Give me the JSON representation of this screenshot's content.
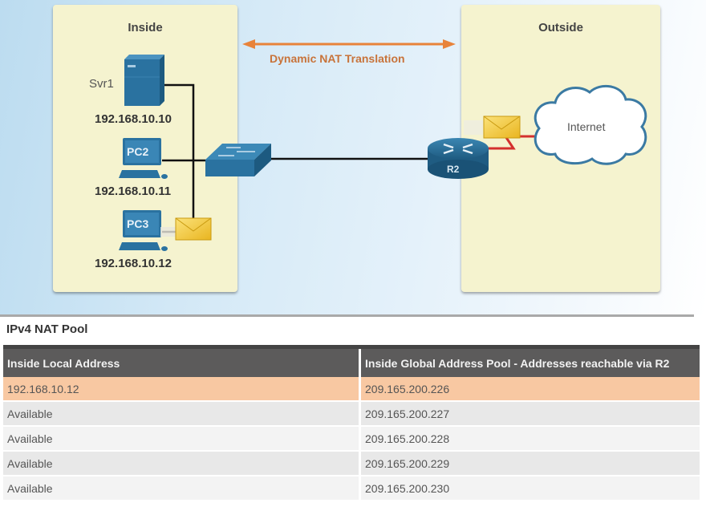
{
  "diagram": {
    "inside_zone": {
      "title": "Inside"
    },
    "outside_zone": {
      "title": "Outside"
    },
    "nat_arrow": {
      "label": "Dynamic NAT Translation",
      "color": "#e8833a"
    },
    "devices": {
      "server": {
        "name": "Svr1",
        "ip": "192.168.10.10"
      },
      "pc2": {
        "name": "PC2",
        "ip": "192.168.10.11"
      },
      "pc3": {
        "name": "PC3",
        "ip": "192.168.10.12"
      },
      "router": {
        "name": "R2"
      },
      "cloud": {
        "name": "Internet"
      }
    },
    "colors": {
      "device_blue": "#2a6f9a",
      "zone_fill": "#f5f3cf",
      "envelope": "#f2c531",
      "wan_link": "#d4302e"
    }
  },
  "nat_pool": {
    "title": "IPv4 NAT Pool",
    "columns": [
      "Inside Local Address",
      "Inside Global Address Pool - Addresses reachable via R2"
    ],
    "rows": [
      {
        "local": "192.168.10.12",
        "global": "209.165.200.226",
        "highlighted": true
      },
      {
        "local": "Available",
        "global": "209.165.200.227",
        "highlighted": false
      },
      {
        "local": "Available",
        "global": "209.165.200.228",
        "highlighted": false
      },
      {
        "local": "Available",
        "global": "209.165.200.229",
        "highlighted": false
      },
      {
        "local": "Available",
        "global": "209.165.200.230",
        "highlighted": false
      }
    ],
    "highlight_color": "#f8c8a2"
  }
}
